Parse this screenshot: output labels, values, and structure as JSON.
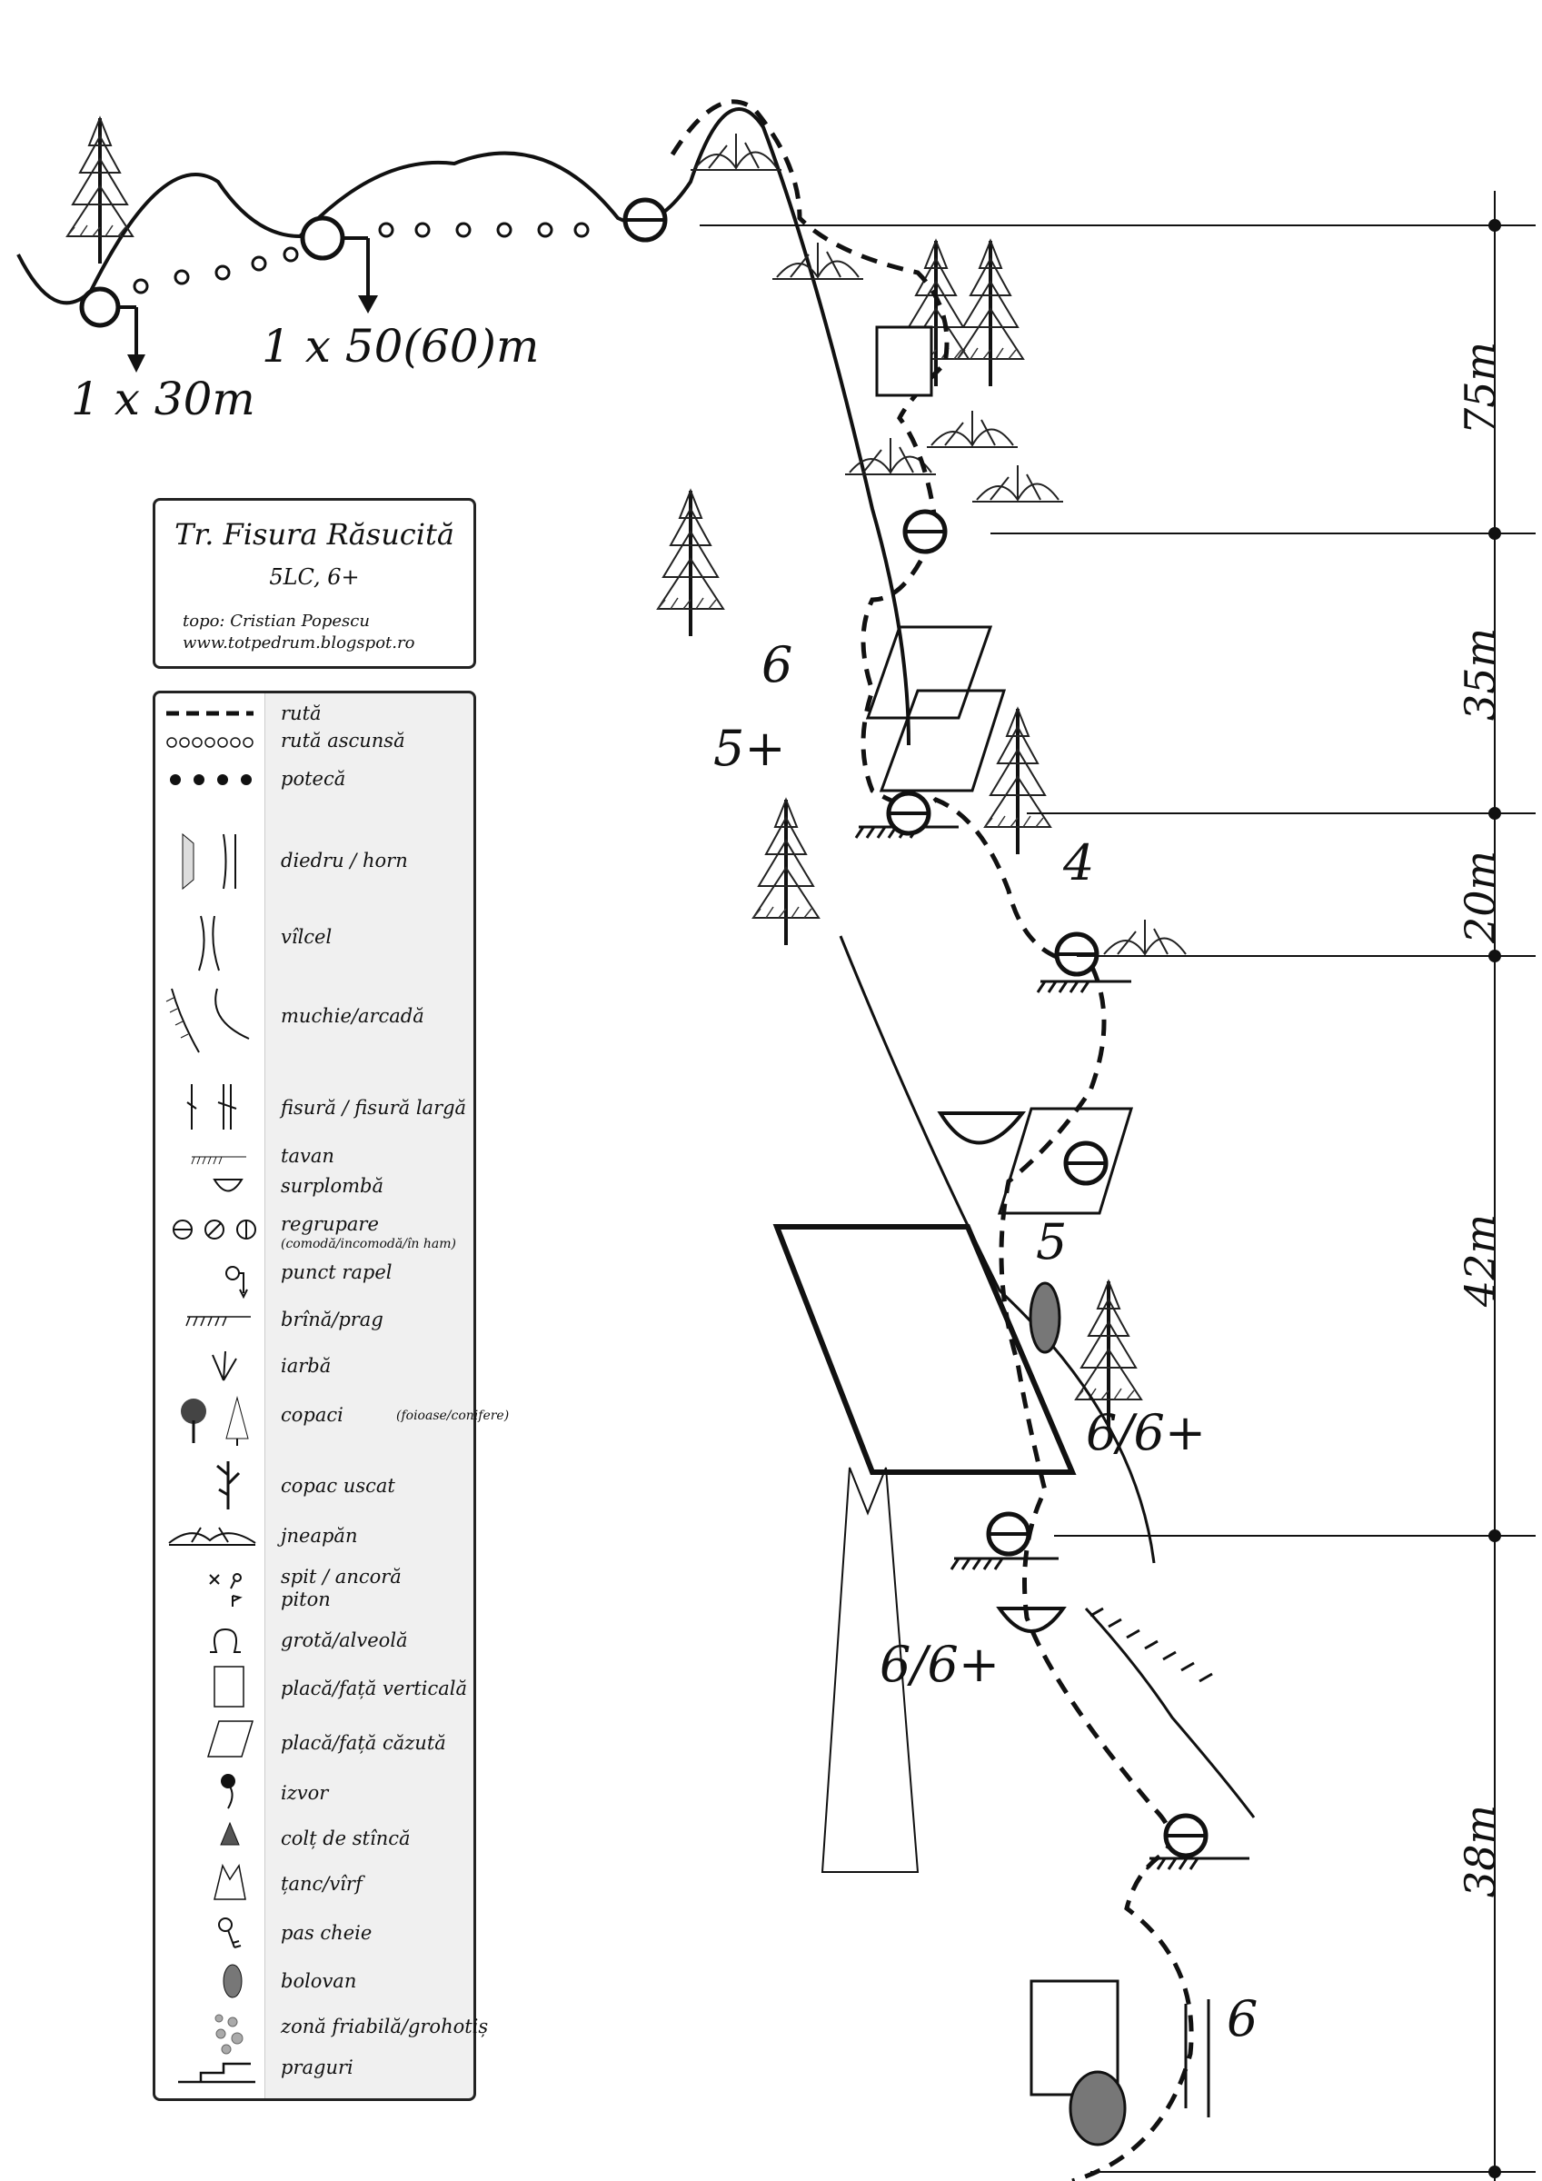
{
  "rappels": {
    "first": "1 x 30m",
    "second": "1 x 50(60)m"
  },
  "title_box": {
    "title": "Tr. Fisura Răsucită",
    "grade": "5LC, 6+",
    "author": "topo: Cristian Popescu",
    "website": "www.totpedrum.blogspot.ro"
  },
  "pitch_lengths": [
    "75m",
    "35m",
    "20m",
    "42m",
    "38m"
  ],
  "pitch_grades": [
    "6",
    "5+",
    "4",
    "5",
    "6/6+",
    "6/6+",
    "6"
  ],
  "legend": {
    "route": "rută",
    "hidden_route": "rută ascunsă",
    "path": "potecă",
    "dihedral": "diedru / horn",
    "gully": "vîlcel",
    "ridge": "muchie/arcadă",
    "crack": "fisură / fisură largă",
    "roof": "tavan",
    "overhang": "surplombă",
    "belay": "regrupare",
    "belay_note": "(comodă/incomodă/în ham)",
    "rappel_point": "punct rapel",
    "ledge": "brînă/prag",
    "grass": "iarbă",
    "trees": "copaci",
    "trees_note": "(foioase/conifere)",
    "dead_tree": "copac uscat",
    "juniper": "jneapăn",
    "bolt": "spit / ancoră",
    "piton": "piton",
    "cave": "grotă/alveolă",
    "vertical_slab": "placă/față verticală",
    "inclined_slab": "placă/față căzută",
    "spring": "izvor",
    "rock_tooth": "colț de stîncă",
    "pinnacle": "țanc/vîrf",
    "key_step": "pas cheie",
    "boulder": "bolovan",
    "scree": "zonă friabilă/grohotiș",
    "steps": "praguri"
  }
}
